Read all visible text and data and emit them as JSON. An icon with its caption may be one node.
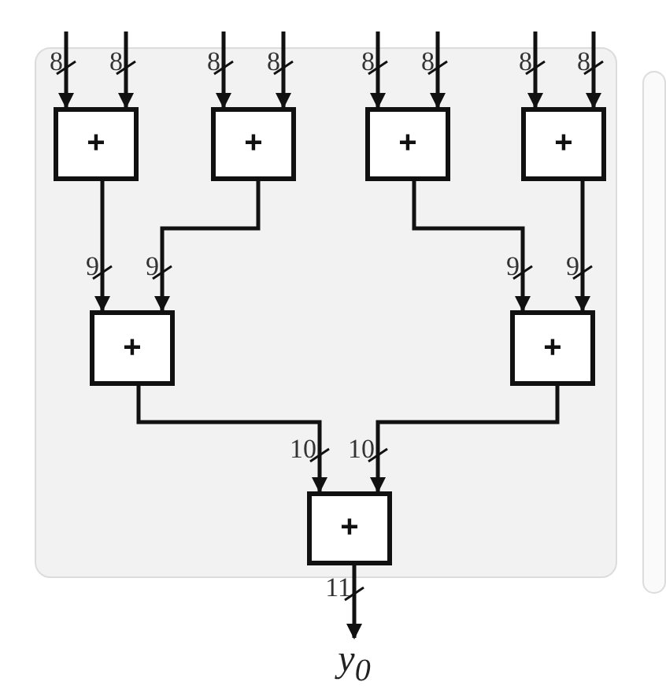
{
  "diagram": {
    "nodes": [
      {
        "text": [
          "+"
        ]
      },
      {
        "text": [
          "+"
        ]
      },
      {
        "text": [
          "+"
        ]
      },
      {
        "text": [
          "+"
        ]
      },
      {
        "text": [
          "+"
        ]
      },
      {
        "text": [
          "+"
        ]
      },
      {
        "text": [
          "+"
        ]
      },
      {
        "text": [
          "y$_{0}$"
        ]
      }
    ],
    "edges": [
      {
        "from": null,
        "to": 0,
        "arrow": "to",
        "label": "8"
      },
      {
        "from": null,
        "to": 0,
        "arrow": "to",
        "label": "8"
      },
      {
        "from": null,
        "to": 1,
        "arrow": "to",
        "label": "8"
      },
      {
        "from": null,
        "to": 1,
        "arrow": "to",
        "label": "8"
      },
      {
        "from": null,
        "to": 2,
        "arrow": "to",
        "label": "8"
      },
      {
        "from": null,
        "to": 2,
        "arrow": "to",
        "label": "8"
      },
      {
        "from": null,
        "to": 3,
        "arrow": "to",
        "label": "8"
      },
      {
        "from": null,
        "to": 3,
        "arrow": "to",
        "label": "8"
      },
      {
        "from": 0,
        "to": 4,
        "arrow": "to",
        "label": "9"
      },
      {
        "from": 1,
        "to": 4,
        "arrow": "to",
        "label": "9"
      },
      {
        "from": 2,
        "to": 5,
        "arrow": "to",
        "label": "9"
      },
      {
        "from": 3,
        "to": 5,
        "arrow": "to",
        "label": "9"
      },
      {
        "from": 4,
        "to": 6,
        "arrow": "to",
        "label": "10"
      },
      {
        "from": 5,
        "to": 6,
        "arrow": "to",
        "label": "10"
      },
      {
        "from": 6,
        "to": 7,
        "arrow": "to",
        "label": "11"
      }
    ]
  }
}
